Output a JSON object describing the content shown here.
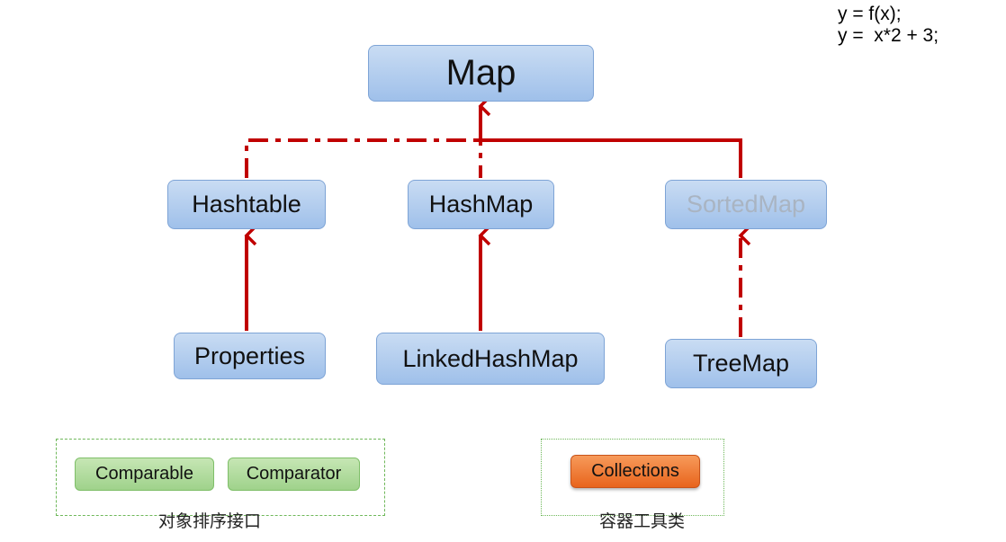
{
  "formula": {
    "line1": "y = f(x);",
    "line2": "y =  x*2 + 3;"
  },
  "nodes": {
    "map": "Map",
    "hashtable": "Hashtable",
    "hashmap": "HashMap",
    "sortedmap": "SortedMap",
    "properties": "Properties",
    "linkedhashmap": "LinkedHashMap",
    "treemap": "TreeMap"
  },
  "groups": {
    "sorting": {
      "items": [
        "Comparable",
        "Comparator"
      ],
      "caption": "对象排序接口"
    },
    "tools": {
      "items": [
        "Collections"
      ],
      "caption": "容器工具类"
    }
  },
  "colors": {
    "arrow": "#c00000",
    "node_fill": "#aac8ee",
    "group_border": "#6fb85a",
    "collections_fill": "#ef7a30"
  }
}
